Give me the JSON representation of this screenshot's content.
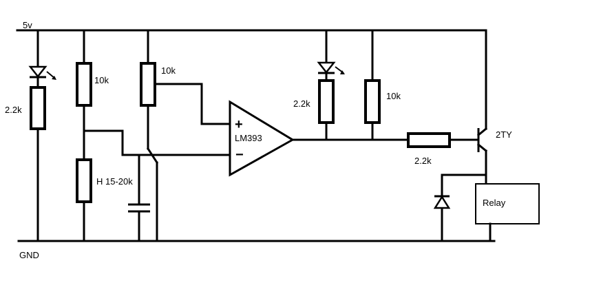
{
  "labels": {
    "supply": "5v",
    "ground": "GND",
    "r_led1": "2.2k",
    "r_div_top": "10k",
    "r_pot": "10k",
    "r_sensor": "H 15-20k",
    "comparator": "LM393",
    "plus": "+",
    "minus": "−",
    "r_led2": "2.2k",
    "r_pullup": "10k",
    "r_base": "2.2k",
    "transistor": "2TY",
    "relay": "Relay"
  }
}
